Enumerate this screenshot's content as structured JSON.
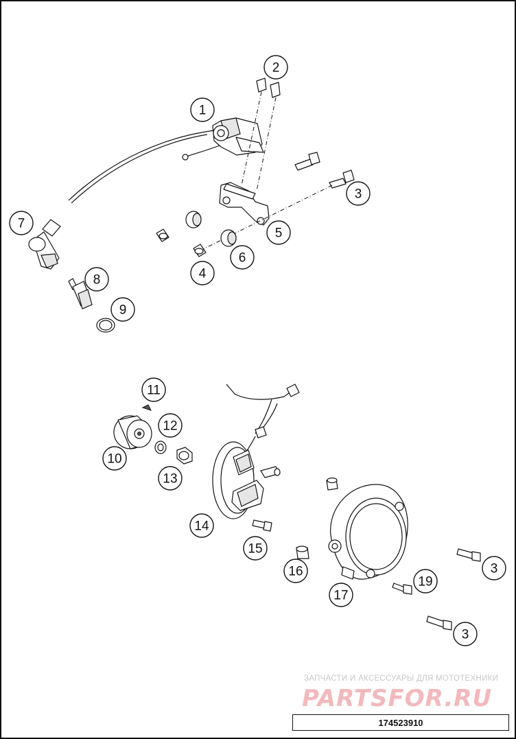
{
  "callouts": [
    {
      "label": "1"
    },
    {
      "label": "2"
    },
    {
      "label": "3"
    },
    {
      "label": "4"
    },
    {
      "label": "5"
    },
    {
      "label": "6"
    },
    {
      "label": "7"
    },
    {
      "label": "8"
    },
    {
      "label": "9"
    },
    {
      "label": "10"
    },
    {
      "label": "11"
    },
    {
      "label": "12"
    },
    {
      "label": "13"
    },
    {
      "label": "14"
    },
    {
      "label": "15"
    },
    {
      "label": "16"
    },
    {
      "label": "17"
    },
    {
      "label": "19"
    },
    {
      "label": "3"
    },
    {
      "label": "3"
    }
  ],
  "watermark": {
    "tagline": "ЗАПЧАСТИ И АКСЕССУАРЫ ДЛЯ МОТОТЕХНИКИ",
    "brand": "PARTSFOR.RU"
  },
  "drawing_number": "174523910",
  "colors": {
    "line": "#111111",
    "watermark_text": "#c7c7c7",
    "watermark_logo": "#f2b9bd"
  }
}
